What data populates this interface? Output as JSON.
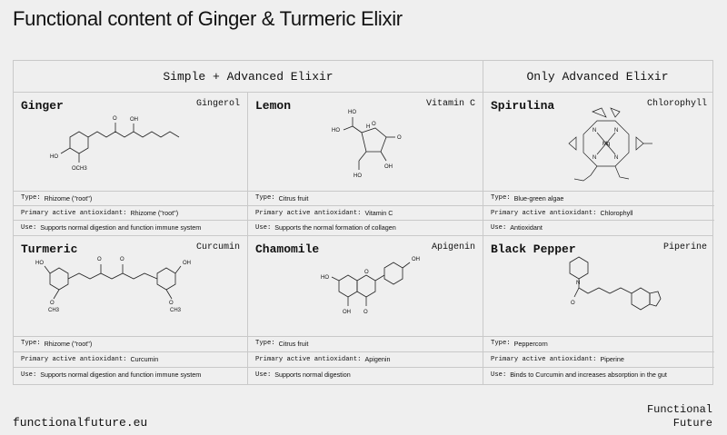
{
  "page": {
    "title": "Functional content of Ginger & Turmeric Elixir",
    "website": "functionalfuture.eu",
    "logo_line1": "Functional",
    "logo_line2": "Future"
  },
  "sections": {
    "simple_advanced": "Simple + Advanced Elixir",
    "only_advanced": "Only Advanced Elixir"
  },
  "labels": {
    "type": "Type:",
    "antioxidant": "Primary active antioxidant:",
    "use": "Use:"
  },
  "ingredients": [
    {
      "name": "Ginger",
      "compound": "Gingerol",
      "type": "Rhizome (\"root\")",
      "antioxidant": "Rhizome (\"root\")",
      "use": "Supports normal digestion and function immune system"
    },
    {
      "name": "Lemon",
      "compound": "Vitamin C",
      "type": "Citrus fruit",
      "antioxidant": "Vitamin C",
      "use": "Supports the normal formation of collagen"
    },
    {
      "name": "Spirulina",
      "compound": "Chlorophyll",
      "type": "Blue-green algae",
      "antioxidant": "Chlorophyll",
      "use": "Antioxidant"
    },
    {
      "name": "Turmeric",
      "compound": "Curcumin",
      "type": "Rhizome (\"root\")",
      "antioxidant": "Curcumin",
      "use": "Supports normal digestion and function immune system"
    },
    {
      "name": "Chamomile",
      "compound": "Apigenin",
      "type": "Citrus fruit",
      "antioxidant": "Apigenin",
      "use": "Supports normal digestion"
    },
    {
      "name": "Black Pepper",
      "compound": "Piperine",
      "type": "Peppercorn",
      "antioxidant": "Piperine",
      "use": "Binds to Curcumin and increases absorption in the gut"
    }
  ],
  "molecule_labels": {
    "ginger": [
      "O",
      "OH",
      "HO",
      "OCH3"
    ],
    "lemon": [
      "HO",
      "HO",
      "H",
      "O",
      "O",
      "HO",
      "OH"
    ],
    "turmeric": [
      "HO",
      "OH",
      "O",
      "O",
      "O",
      "O",
      "CH3",
      "CH3"
    ],
    "chamomile": [
      "OH",
      "HO",
      "O",
      "OH",
      "O"
    ],
    "pepper": [
      "N",
      "O"
    ],
    "spirulina": [
      "Mg",
      "N",
      "N",
      "N",
      "N"
    ]
  }
}
